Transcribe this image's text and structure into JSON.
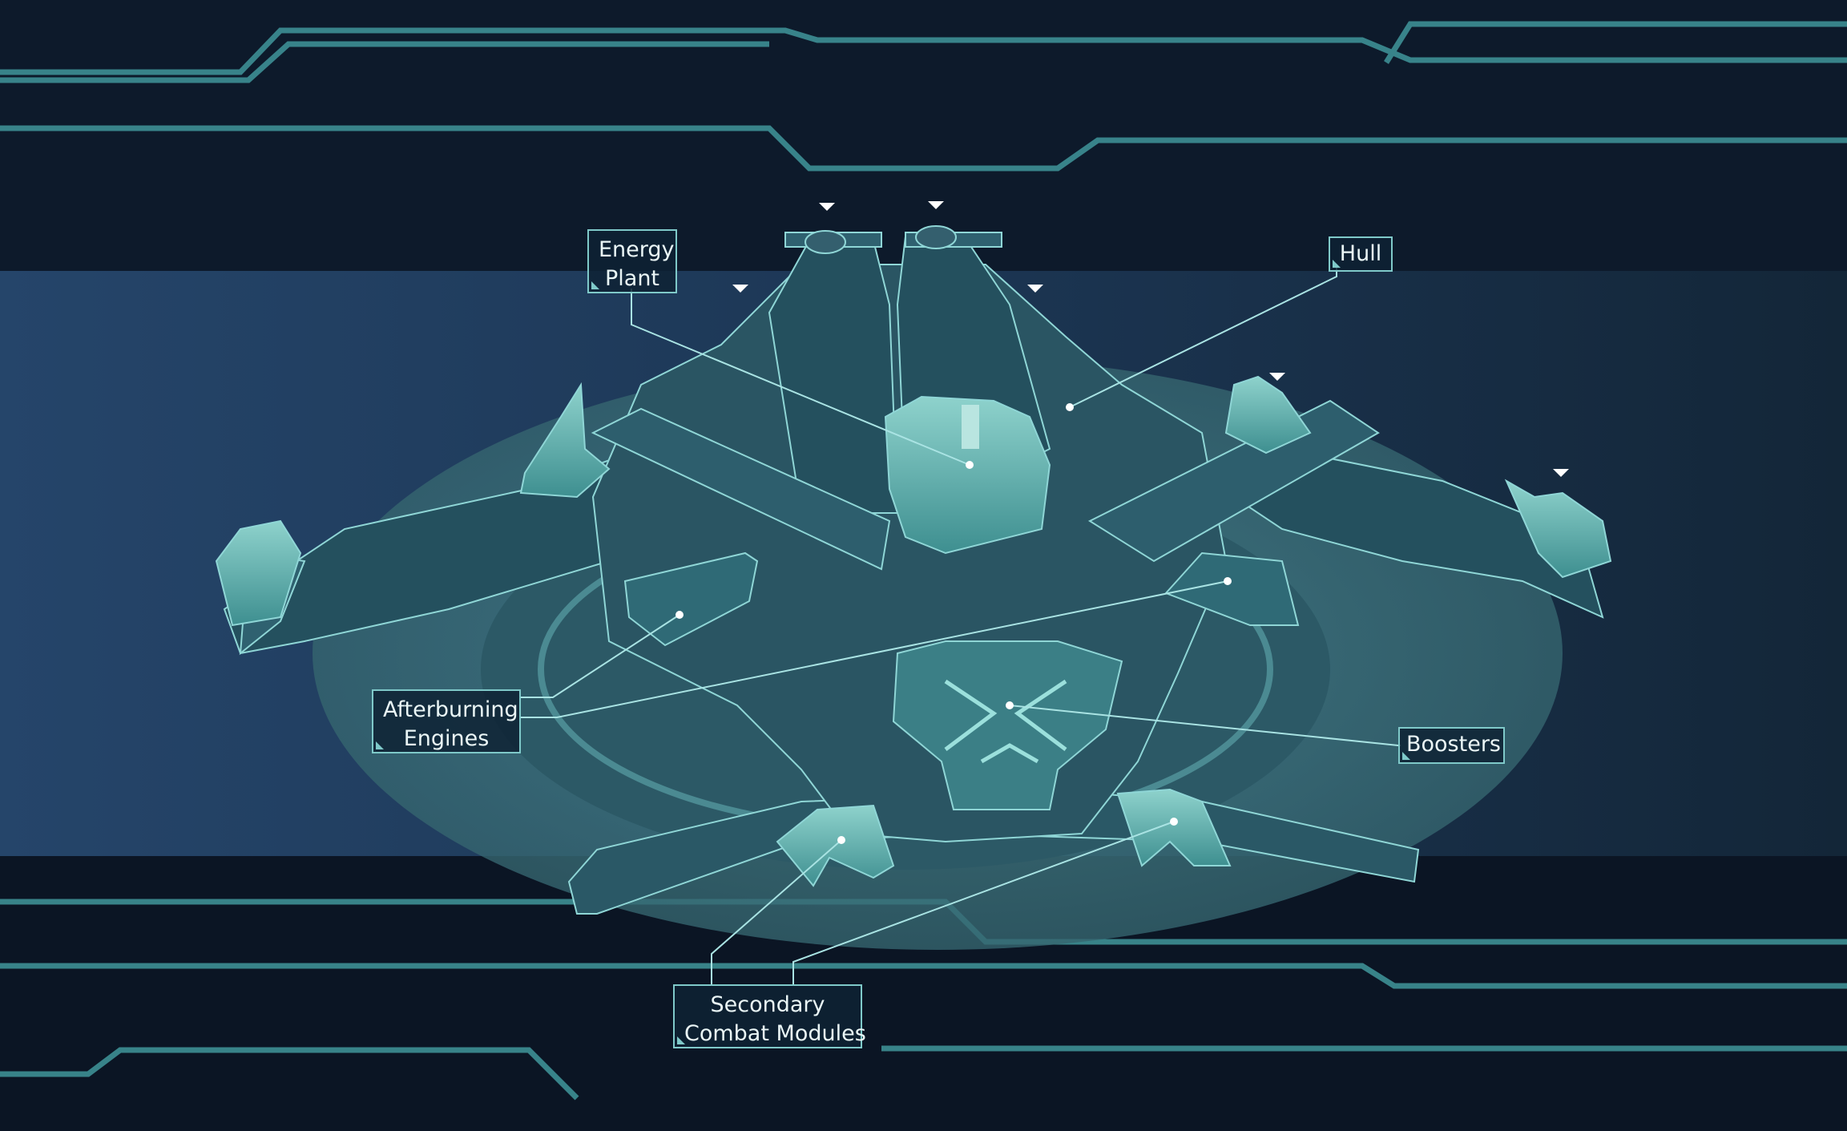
{
  "labels": {
    "energy_plant": {
      "line1": "Energy",
      "line2": "Plant"
    },
    "hull": {
      "line1": "Hull"
    },
    "afterburning_engines": {
      "line1": "Afterburning",
      "line2": "Engines"
    },
    "boosters": {
      "line1": "Boosters"
    },
    "secondary_combat_modules": {
      "line1": "Secondary",
      "line2": "Combat Modules"
    }
  },
  "colors": {
    "background": "#0b1626",
    "band": "#1a3350",
    "platform": "#3f7480",
    "ship_body": "#27505d",
    "module_highlight": "#5ab0ac",
    "callout_line": "#a9e3e3"
  }
}
